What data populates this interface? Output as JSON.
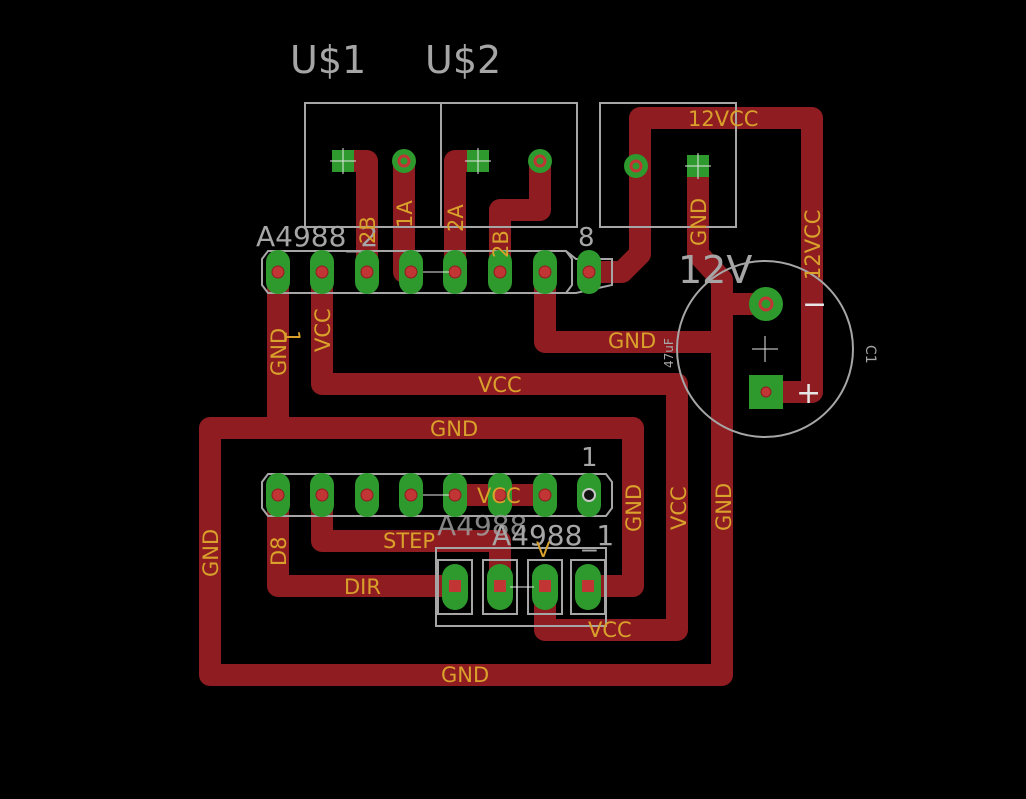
{
  "parts": {
    "u1": "U$1",
    "u2": "U$2",
    "a4988_2": "A4988_2",
    "a4988_1": "A4988_1",
    "a4988_1_ghost": "A4988",
    "cap": "12V",
    "cap_ref": "C1",
    "cap_value": "47uF"
  },
  "pins": {
    "top_pin1": "1",
    "top_pin8": "8",
    "bot_pin1": "1"
  },
  "nets": {
    "n12vcc": "12VCC",
    "n12vcc_v": "12VCC",
    "gnd_vert_top": "GND",
    "gnd_cap": "GND",
    "gnd_left_pin": "GND",
    "vcc_left_pin": "VCC",
    "vcc_horiz": "VCC",
    "gnd_horiz": "GND",
    "gnd_left_vert": "GND",
    "gnd_bottom": "GND",
    "gnd_mid_vert": "GND",
    "vcc_mid_vert": "VCC",
    "gnd_right_vert": "GND",
    "vcc_bottom": "VCC",
    "vcc_overlay": "VCC",
    "step": "STEP",
    "dir": "DIR",
    "b2_1": "2B",
    "a1": "1A",
    "a2": "2A",
    "b2_2": "2B",
    "d8": "D8",
    "v_small": "V"
  },
  "polarity": {
    "minus": "−",
    "plus": "+"
  }
}
